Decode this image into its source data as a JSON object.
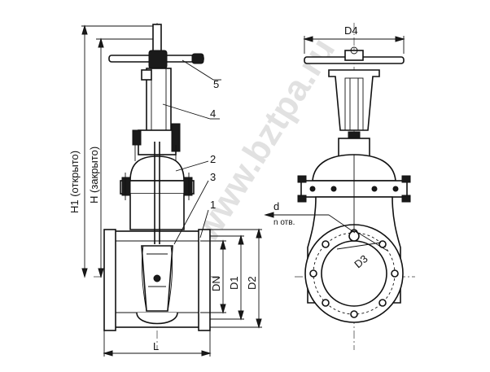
{
  "labels": {
    "h1": "H1 (открыто)",
    "h": "H (закрыто)",
    "l": "L",
    "dn": "DN",
    "d1": "D1",
    "d2": "D2",
    "d4": "D4",
    "d3": "D3",
    "d": "d",
    "n_holes": "n отв."
  },
  "callouts": [
    "1",
    "2",
    "3",
    "4",
    "5"
  ],
  "watermark": "www.bztpa.ru"
}
